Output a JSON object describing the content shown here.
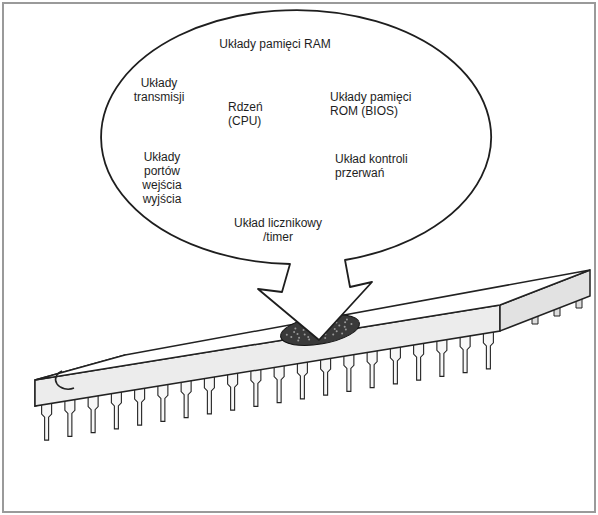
{
  "diagram": {
    "nodes": [
      {
        "text": [
          "Układy pamięci RAM",
          "Układy transmisji",
          "Rdzeń (CPU)",
          "Układy pamięci ROM (BIOS)",
          "Układ kontroli przerwań",
          "Układy portów wejścia wyjścia",
          "Układ licznikowy /timer"
        ]
      }
    ]
  }
}
